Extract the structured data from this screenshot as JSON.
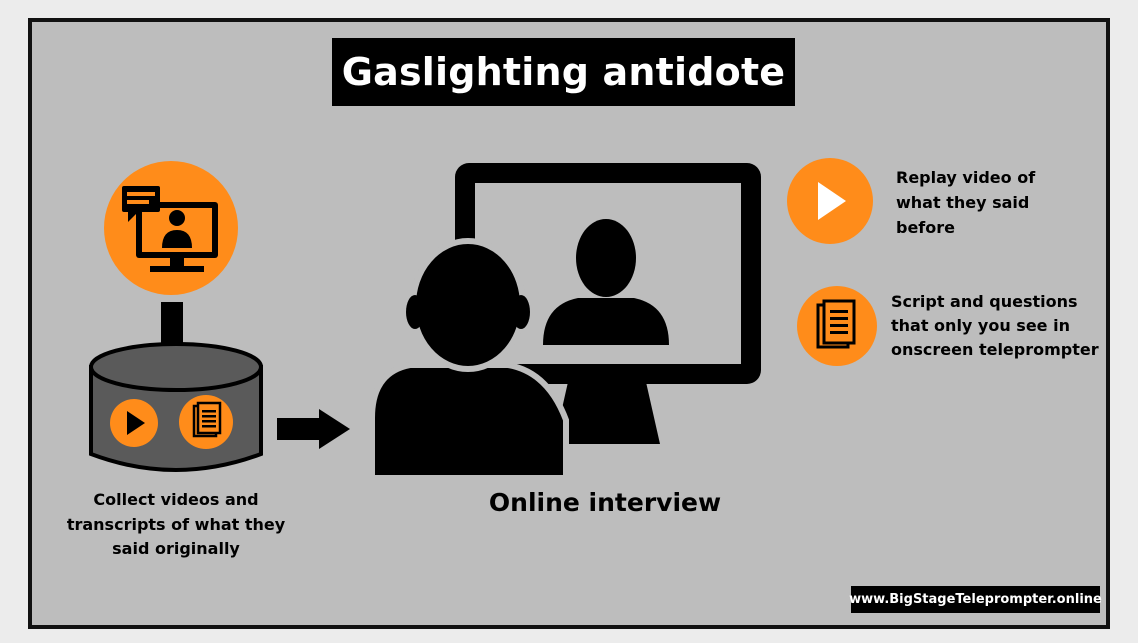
{
  "title": "Gaslighting antidote",
  "collect_lines": [
    "Collect videos and",
    "transcripts of  what they",
    "said originally"
  ],
  "interview_label": "Online interview",
  "replay_lines": [
    "Replay video of",
    "what they said",
    "before"
  ],
  "script_lines": [
    "Script and questions",
    "that only you see in",
    "onscreen teleprompter"
  ],
  "website": "www.BigStageTeleprompter.online",
  "colors": {
    "accent": "#ff8c1a",
    "panel": "#bdbdbd",
    "ink": "#000000",
    "drum": "#5a5a5a"
  },
  "icons": [
    "computer-user-icon",
    "down-arrow-icon",
    "database-drum-icon",
    "play-icon",
    "document-icon",
    "right-arrow-icon",
    "person-silhouette-icon",
    "monitor-icon"
  ]
}
